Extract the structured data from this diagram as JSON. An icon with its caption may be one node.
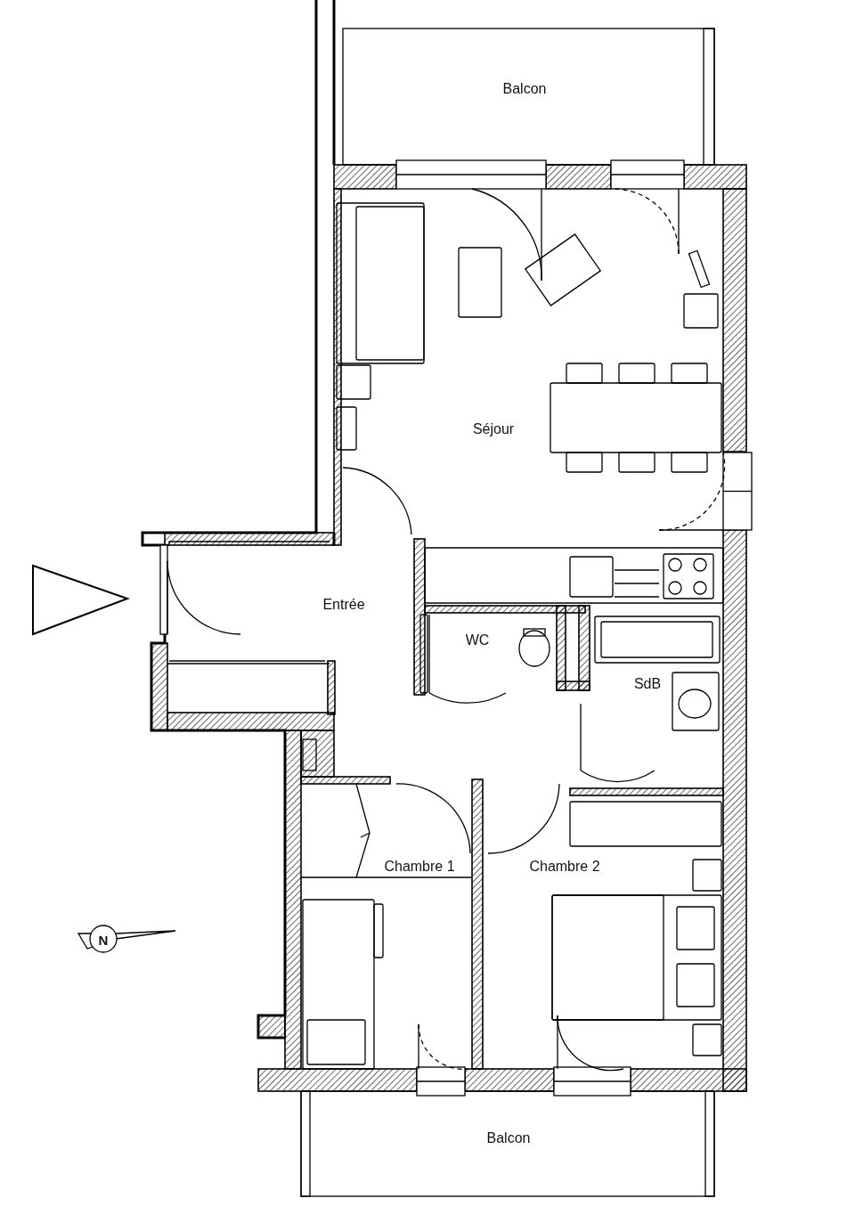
{
  "diagram": {
    "labels": [
      "Balcon",
      "Séjour",
      "Entrée",
      "WC",
      "SdB",
      "Chambre 1",
      "Chambre 2",
      "N",
      "Balcon"
    ]
  }
}
